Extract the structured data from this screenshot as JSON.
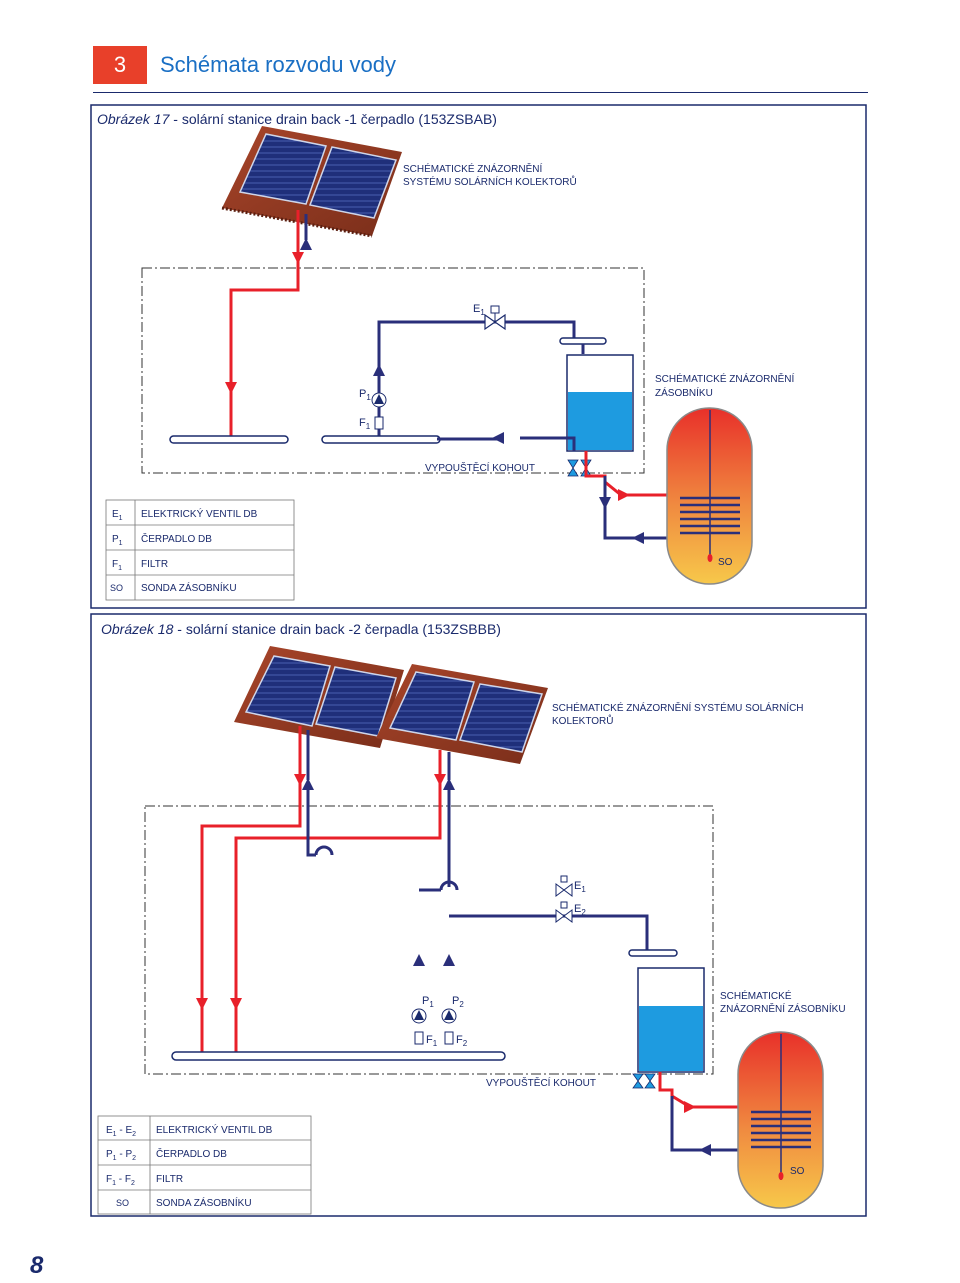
{
  "header": {
    "section_number": "3",
    "section_title": "Schémata rozvodu vody"
  },
  "figure17": {
    "caption_label": "Obrázek 17",
    "caption_text": " - solární stanice drain back -1 čerpadlo (153ZSBAB)",
    "collectors_label_1": "SCHÉMATICKÉ ZNÁZORNĚNÍ",
    "collectors_label_2": "SYSTÉMU SOLÁRNÍCH KOLEKTORŮ",
    "tank_label_1": "SCHÉMATICKÉ ZNÁZORNĚNÍ",
    "tank_label_2": "ZÁSOBNÍKU",
    "drain_label": "VYPOUŠTĚCÍ KOHOUT",
    "e1": "E",
    "e1_sub": "1",
    "p1": "P",
    "p1_sub": "1",
    "f1": "F",
    "f1_sub": "1",
    "so": "SO",
    "legend": [
      {
        "code": "E",
        "sub": "1",
        "desc": "ELEKTRICKÝ VENTIL DB"
      },
      {
        "code": "P",
        "sub": "1",
        "desc": "ČERPADLO DB"
      },
      {
        "code": "F",
        "sub": "1",
        "desc": "FILTR"
      },
      {
        "code": "SO",
        "sub": "",
        "desc": "SONDA ZÁSOBNÍKU"
      }
    ]
  },
  "figure18": {
    "caption_label": "Obrázek 18",
    "caption_text": " - solární stanice drain back -2 čerpadla (153ZSBBB)",
    "collectors_label_1": "SCHÉMATICKÉ ZNÁZORNĚNÍ SYSTÉMU SOLÁRNÍCH",
    "collectors_label_2": "KOLEKTORŮ",
    "tank_label_1": "SCHÉMATICKÉ",
    "tank_label_2": "ZNÁZORNĚNÍ ZÁSOBNÍKU",
    "drain_label": "VYPOUŠTĚCÍ KOHOUT",
    "e1": "E",
    "e1_sub": "1",
    "e2": "E",
    "e2_sub": "2",
    "p1": "P",
    "p1_sub": "1",
    "p2": "P",
    "p2_sub": "2",
    "f1": "F",
    "f1_sub": "1",
    "f2": "F",
    "f2_sub": "2",
    "so": "SO",
    "legend": [
      {
        "code": "E",
        "sub": "1",
        "mid": " - E",
        "sub2": "2",
        "desc": "ELEKTRICKÝ VENTIL DB"
      },
      {
        "code": "P",
        "sub": "1",
        "mid": " - P",
        "sub2": "2",
        "desc": "ČERPADLO DB"
      },
      {
        "code": "F",
        "sub": "1",
        "mid": " - F",
        "sub2": "2",
        "desc": "FILTR"
      },
      {
        "code": "SO",
        "sub": "",
        "mid": "",
        "sub2": "",
        "desc": "SONDA ZÁSOBNÍKU"
      }
    ]
  },
  "page_number": "8",
  "colors": {
    "hot_pipe": "#e8202a",
    "cold_pipe": "#2a2f7a",
    "water": "#1e9be0",
    "accent": "#e8402a",
    "title": "#1a6fc4"
  }
}
